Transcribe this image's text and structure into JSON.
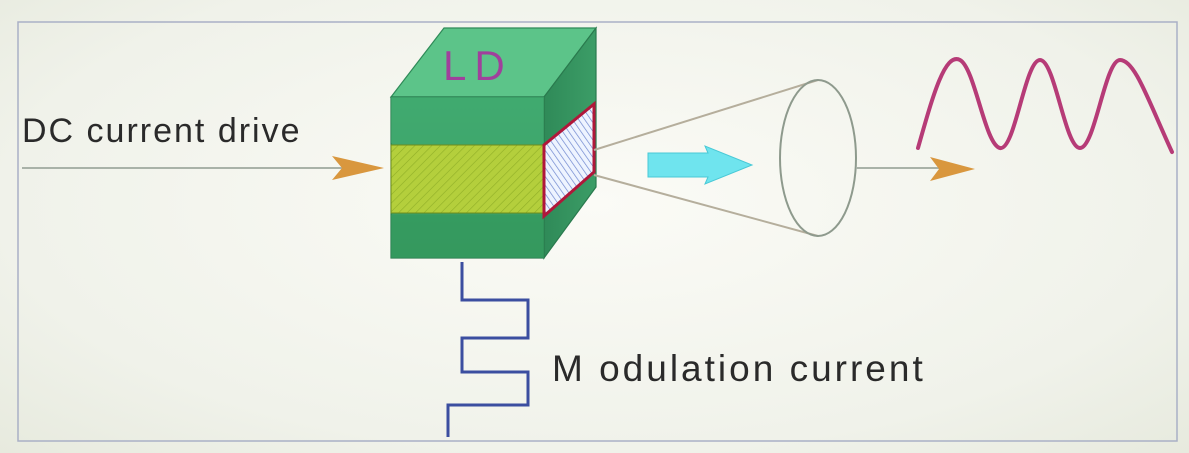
{
  "diagram": {
    "device_label": "LD",
    "dc_label": "DC current drive",
    "modulation_label": "M odulation current"
  },
  "colors": {
    "frame": "#a9b0c6",
    "arrow_orange": "#d9973e",
    "cube_front": "#3aa36b",
    "cube_top": "#5cc489",
    "cube_side": "#2f8a58",
    "active_layer": "#b4cf3c",
    "facet_outline": "#b0173a",
    "beam_arrow": "#6fe4ee",
    "sine_wave": "#b63b77",
    "modulation_wave": "#3b4ea0",
    "text": "#2a2a2a",
    "ld_text": "#a0409c"
  }
}
